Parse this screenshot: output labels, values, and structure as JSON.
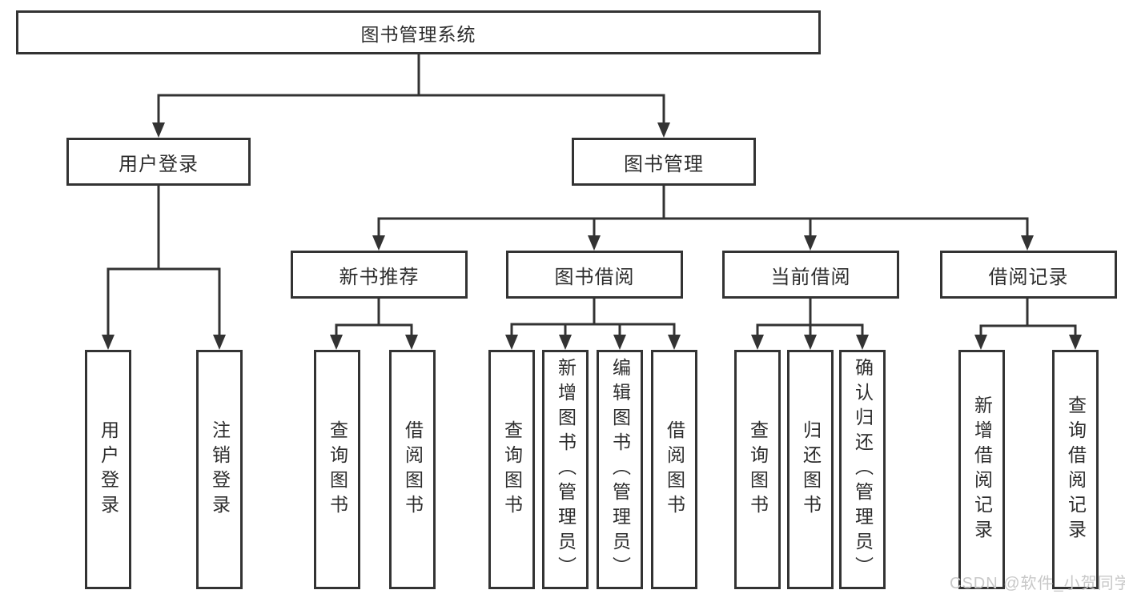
{
  "diagram": {
    "title": "图书管理系统",
    "level1": [
      {
        "label": "用户登录"
      },
      {
        "label": "图书管理"
      }
    ],
    "level2": [
      {
        "label": "新书推荐"
      },
      {
        "label": "图书借阅"
      },
      {
        "label": "当前借阅"
      },
      {
        "label": "借阅记录"
      }
    ],
    "leaves": [
      {
        "label": "用户登录"
      },
      {
        "label": "注销登录"
      },
      {
        "label": "查询图书"
      },
      {
        "label": "借阅图书"
      },
      {
        "label": "查询图书"
      },
      {
        "label": "新增图书（管理员）"
      },
      {
        "label": "编辑图书（管理员）"
      },
      {
        "label": "借阅图书"
      },
      {
        "label": "查询图书"
      },
      {
        "label": "归还图书"
      },
      {
        "label": "确认归还（管理员）"
      },
      {
        "label": "新增借阅记录"
      },
      {
        "label": "查询借阅记录"
      }
    ]
  },
  "watermark": {
    "text": "CSDN @软件_小贺同学"
  },
  "colors": {
    "line": "#333333",
    "box_border": "#333333",
    "text": "#2d2d2d",
    "watermark": "#c8c8c8",
    "background": "#ffffff"
  }
}
